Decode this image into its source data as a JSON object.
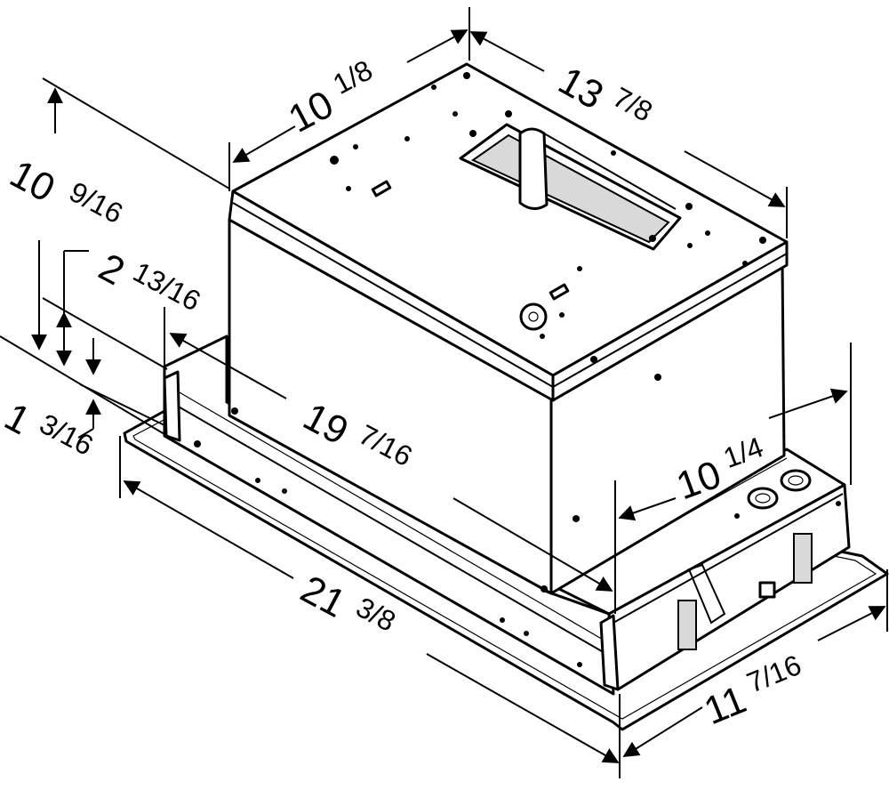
{
  "dimensions": {
    "top_depth": {
      "whole": "10",
      "fraction": "1/8"
    },
    "top_width": {
      "whole": "13",
      "fraction": "7/8"
    },
    "overall_height": {
      "whole": "10",
      "fraction": "9/16"
    },
    "flange_height": {
      "whole": "2",
      "fraction": "13/16"
    },
    "trim_height": {
      "whole": "1",
      "fraction": "3/16"
    },
    "body_length": {
      "whole": "19",
      "fraction": "7/16"
    },
    "body_width": {
      "whole": "10",
      "fraction": "1/4"
    },
    "overall_length": {
      "whole": "21",
      "fraction": "3/8"
    },
    "overall_width": {
      "whole": "11",
      "fraction": "7/16"
    }
  }
}
